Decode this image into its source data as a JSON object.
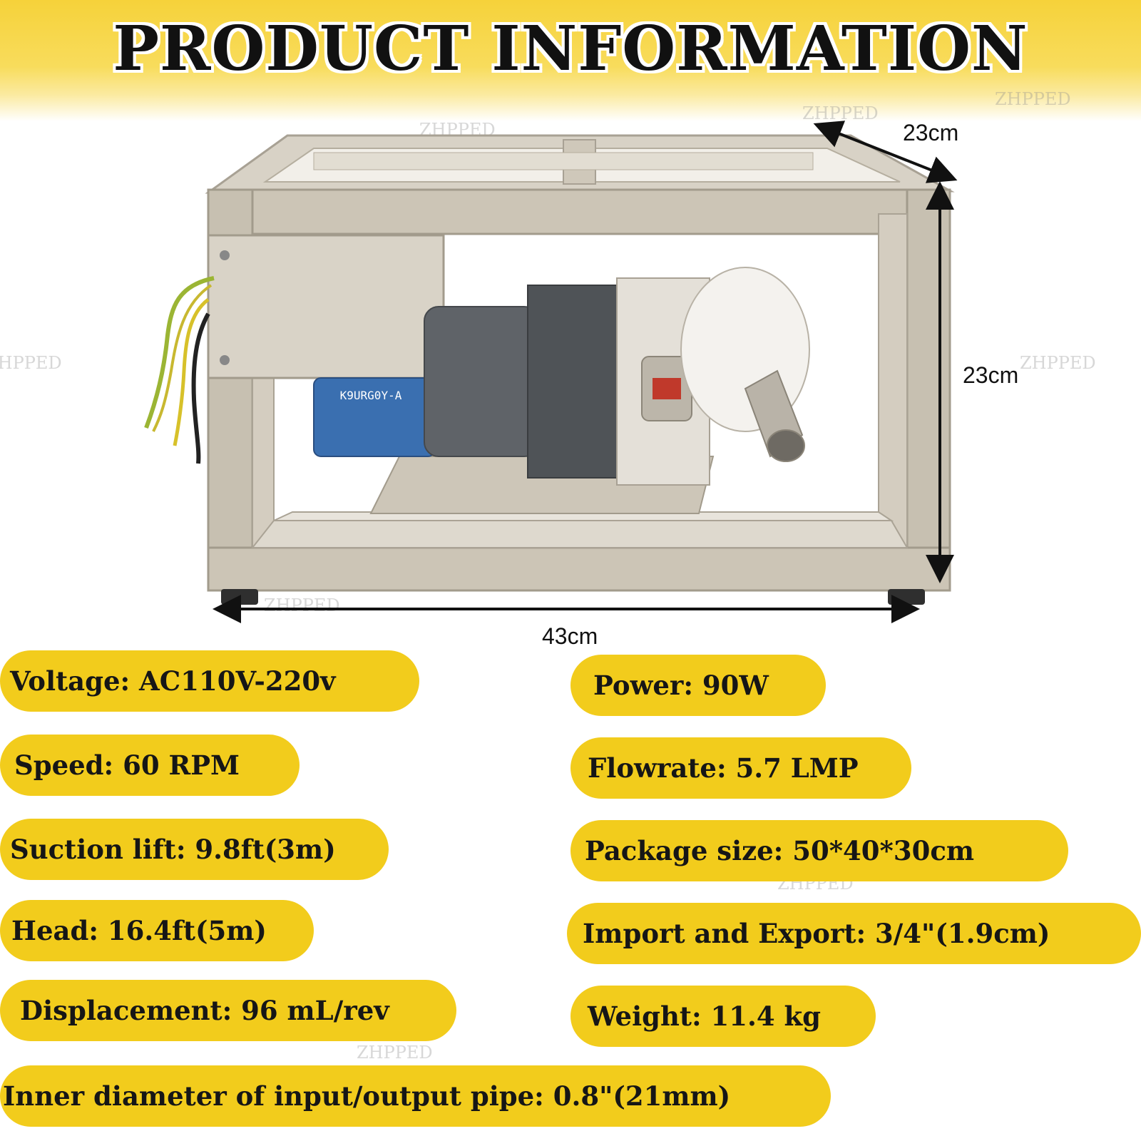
{
  "title": "PRODUCT INFORMATION",
  "watermark": "ZHPPED",
  "dimensions": {
    "depth": "23cm",
    "height": "23cm",
    "width": "43cm"
  },
  "specs": [
    {
      "text": "Voltage: AC110V-220v"
    },
    {
      "text": "Power: 90W"
    },
    {
      "text": "Speed: 60 RPM"
    },
    {
      "text": "Flowrate: 5.7 LMP"
    },
    {
      "text": "Suction lift: 9.8ft(3m)"
    },
    {
      "text": "Package size: 50*40*30cm"
    },
    {
      "text": "Head: 16.4ft(5m)"
    },
    {
      "text": "Import and Export: 3/4\"(1.9cm)"
    },
    {
      "text": "Displacement: 96 mL/rev"
    },
    {
      "text": "Weight: 11.4 kg"
    },
    {
      "text": "Inner diameter of input/output pipe: 0.8\"(21mm)"
    }
  ],
  "motor_label": "K9URG0Y-A",
  "colors": {
    "accent": "#f2cc1c",
    "frame": "#c9c2b4",
    "motor": "#5f6368"
  }
}
